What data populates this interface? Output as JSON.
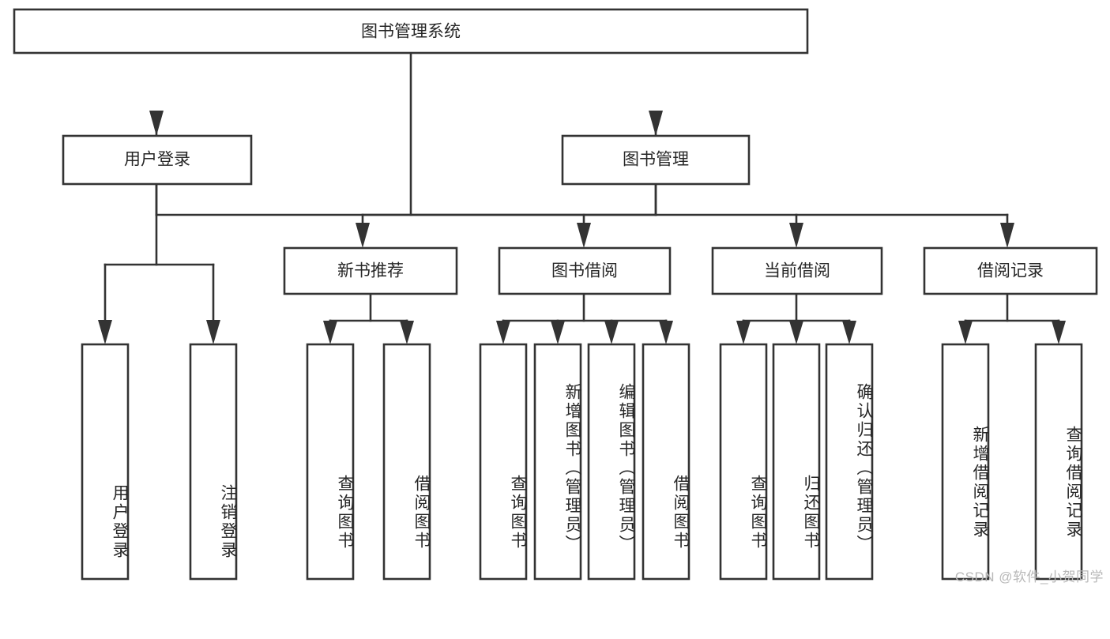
{
  "diagram": {
    "title": "图书管理系统",
    "watermark": "CSDN @软件_小贺同学",
    "colors": {
      "background": "#ffffff",
      "stroke": "#333333",
      "text": "#262626",
      "watermark": "#b8b8b8"
    },
    "root": {
      "label": "图书管理系统"
    },
    "level2": [
      {
        "label": "用户登录"
      },
      {
        "label": "图书管理"
      }
    ],
    "level3": [
      {
        "label": "新书推荐"
      },
      {
        "label": "图书借阅"
      },
      {
        "label": "当前借阅"
      },
      {
        "label": "借阅记录"
      }
    ],
    "leaves": {
      "user_login": [
        {
          "label": "用户登录"
        },
        {
          "label": "注销登录"
        }
      ],
      "new_book_recommend": [
        {
          "label": "查询图书"
        },
        {
          "label": "借阅图书"
        }
      ],
      "book_borrow": [
        {
          "label": "查询图书"
        },
        {
          "label": "新增图书（管理员）"
        },
        {
          "label": "编辑图书（管理员）"
        },
        {
          "label": "借阅图书"
        }
      ],
      "current_borrow": [
        {
          "label": "查询图书"
        },
        {
          "label": "归还图书"
        },
        {
          "label": "确认归还（管理员）"
        }
      ],
      "borrow_record": [
        {
          "label": "新增借阅记录"
        },
        {
          "label": "查询借阅记录"
        }
      ]
    }
  }
}
